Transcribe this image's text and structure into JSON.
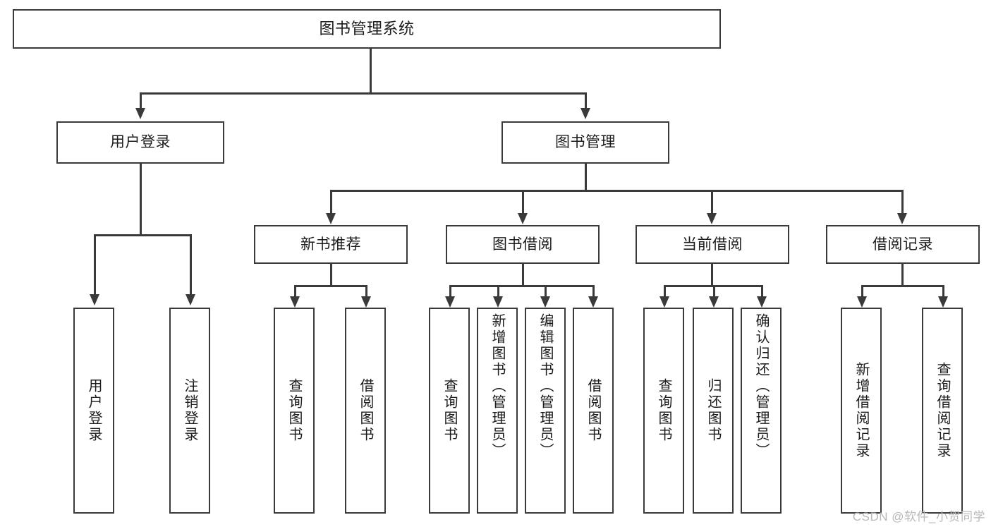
{
  "diagram": {
    "title": "图书管理系统",
    "type": "hierarchy-tree",
    "watermark": "CSDN @软件_小贺同学",
    "colors": {
      "stroke": "#3a3a3a",
      "fill": "#ffffff",
      "text": "#1c1c1c",
      "watermark": "#b9b9b9"
    },
    "nodes": {
      "root": {
        "label": "图书管理系统"
      },
      "level2": [
        {
          "label": "用户登录"
        },
        {
          "label": "图书管理"
        }
      ],
      "level3": [
        {
          "label": "新书推荐"
        },
        {
          "label": "图书借阅"
        },
        {
          "label": "当前借阅"
        },
        {
          "label": "借阅记录"
        }
      ],
      "leaves": {
        "user_login": [
          {
            "label": "用户登录"
          },
          {
            "label": "注销登录"
          }
        ],
        "new_book": [
          {
            "label": "查询图书"
          },
          {
            "label": "借阅图书"
          }
        ],
        "book_borrow": [
          {
            "label": "查询图书"
          },
          {
            "label": "新增图书（管理员）"
          },
          {
            "label": "编辑图书（管理员）"
          },
          {
            "label": "借阅图书"
          }
        ],
        "current_borrow": [
          {
            "label": "查询图书"
          },
          {
            "label": "归还图书"
          },
          {
            "label": "确认归还（管理员）"
          }
        ],
        "borrow_record": [
          {
            "label": "新增借阅记录"
          },
          {
            "label": "查询借阅记录"
          }
        ]
      }
    }
  }
}
